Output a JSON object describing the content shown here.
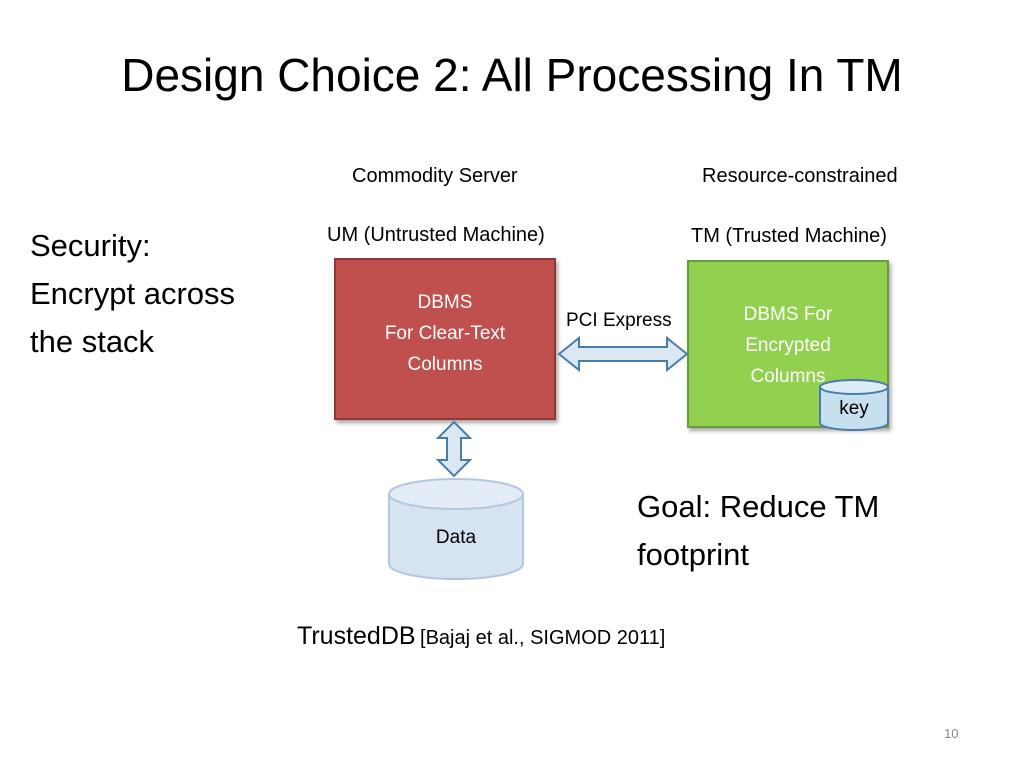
{
  "slide": {
    "title": "Design Choice 2: All Processing In TM",
    "page_number": "10"
  },
  "security": {
    "lines": [
      "Security:",
      "Encrypt across",
      "the stack"
    ]
  },
  "um": {
    "caption_top": "Commodity Server",
    "caption": "UM (Untrusted Machine)",
    "box_lines": [
      "DBMS",
      "For Clear-Text",
      "Columns"
    ],
    "color": "#c0504d"
  },
  "tm": {
    "caption_top": "Resource-constrained",
    "caption": "TM (Trusted Machine)",
    "box_lines": [
      "DBMS For",
      "Encrypted",
      "Columns"
    ],
    "color": "#92d050",
    "key_label": "key"
  },
  "link": {
    "label": "PCI Express"
  },
  "storage": {
    "label": "Data"
  },
  "goal": {
    "lines": [
      "Goal: Reduce TM",
      "footprint"
    ]
  },
  "citation": {
    "main": "TrustedDB",
    "ref": "[Bajaj et al., SIGMOD 2011]"
  }
}
